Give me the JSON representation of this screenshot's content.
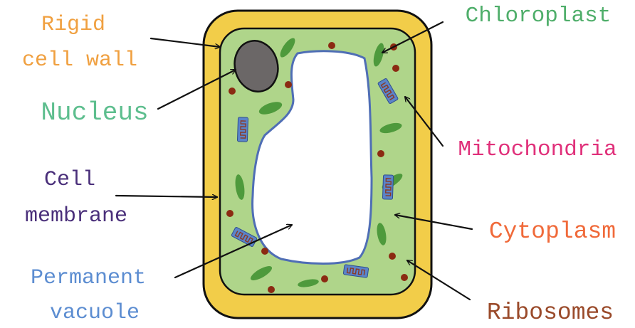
{
  "labels": {
    "rigid_cell_wall": [
      "Rigid",
      "cell wall"
    ],
    "nucleus": [
      "Nucleus"
    ],
    "cell_membrane": [
      "Cell",
      "membrane"
    ],
    "permanent_vacuole": [
      "Permanent",
      "vacuole"
    ],
    "chloroplast": [
      "Chloroplast"
    ],
    "mitochondria": [
      "Mitochondria"
    ],
    "cytoplasm": [
      "Cytoplasm"
    ],
    "ribosomes": [
      "Ribosomes"
    ]
  },
  "colors": {
    "cell_wall": "#F2CD49",
    "cytoplasm": "#AFD58A",
    "membrane": "#4F6EB5",
    "nucleus": "#6B6767",
    "chloroplast": "#4E9A3C",
    "ribosome": "#8B2A12",
    "mitochondria_fill": "#5B84C9",
    "mitochondria_cristae": "#8A3A26",
    "vacuole": "#FFFFFF",
    "label_rigid_cell_wall": "#F0A040",
    "label_nucleus": "#5DBE8E",
    "label_cell_membrane": "#4A2F7A",
    "label_permanent_vacuole": "#5C8DD1",
    "label_chloroplast": "#4FAE6A",
    "label_mitochondria": "#E0307A",
    "label_cytoplasm": "#F06A3A",
    "label_ribosomes": "#9A4A2A"
  },
  "icons": [
    "nucleus-icon",
    "chloroplast-icon",
    "mitochondria-icon",
    "ribosome-icon",
    "vacuole-icon"
  ]
}
